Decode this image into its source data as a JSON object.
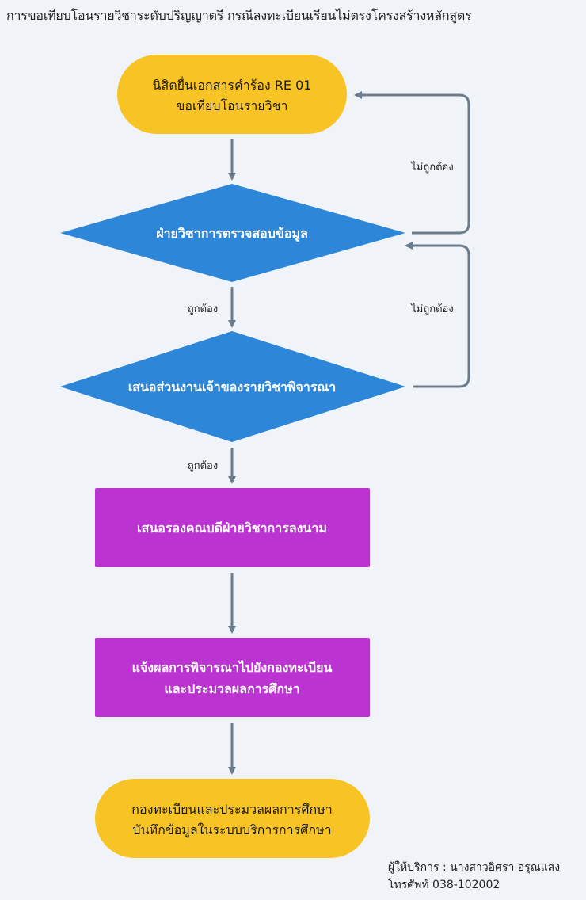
{
  "title": "การขอเทียบโอนรายวิชาระดับปริญญาตรี  กรณีลงทะเบียนเรียนไม่ตรงโครงสร้างหลักสูตร",
  "colors": {
    "background": "#f0f4f8",
    "terminal": "#f7c325",
    "decision": "#2d86d8",
    "process": "#bb33d1",
    "connector": "#6b7c8c"
  },
  "nodes": {
    "start": {
      "shape": "terminal",
      "line1": "นิสิตยื่นเอกสารคำร้อง RE 01",
      "line2": "ขอเทียบโอนรายวิชา"
    },
    "check": {
      "shape": "decision",
      "label": "ฝ่ายวิชาการตรวจสอบข้อมูล"
    },
    "owner": {
      "shape": "decision",
      "label": "เสนอส่วนงานเจ้าของรายวิชาพิจารณา"
    },
    "sign": {
      "shape": "process",
      "label": "เสนอรองคณบดีฝ่ายวิชาการลงนาม"
    },
    "notify": {
      "shape": "process",
      "line1": "แจ้งผลการพิจารณาไปยังกองทะเบียน",
      "line2": "และประมวลผลการศึกษา"
    },
    "end": {
      "shape": "terminal",
      "line1": "กองทะเบียนและประมวลผลการศึกษา",
      "line2": "บันทึกข้อมูลในระบบบริการการศึกษา"
    }
  },
  "edges": {
    "check_yes": "ถูกต้อง",
    "owner_yes": "ถูกต้อง",
    "check_no": "ไม่ถูกต้อง",
    "owner_no": "ไม่ถูกต้อง"
  },
  "footer": {
    "provider": "ผู้ให้บริการ : นางสาวอิศรา  อรุณแสง",
    "phone": "โทรศัพท์ 038-102002"
  }
}
